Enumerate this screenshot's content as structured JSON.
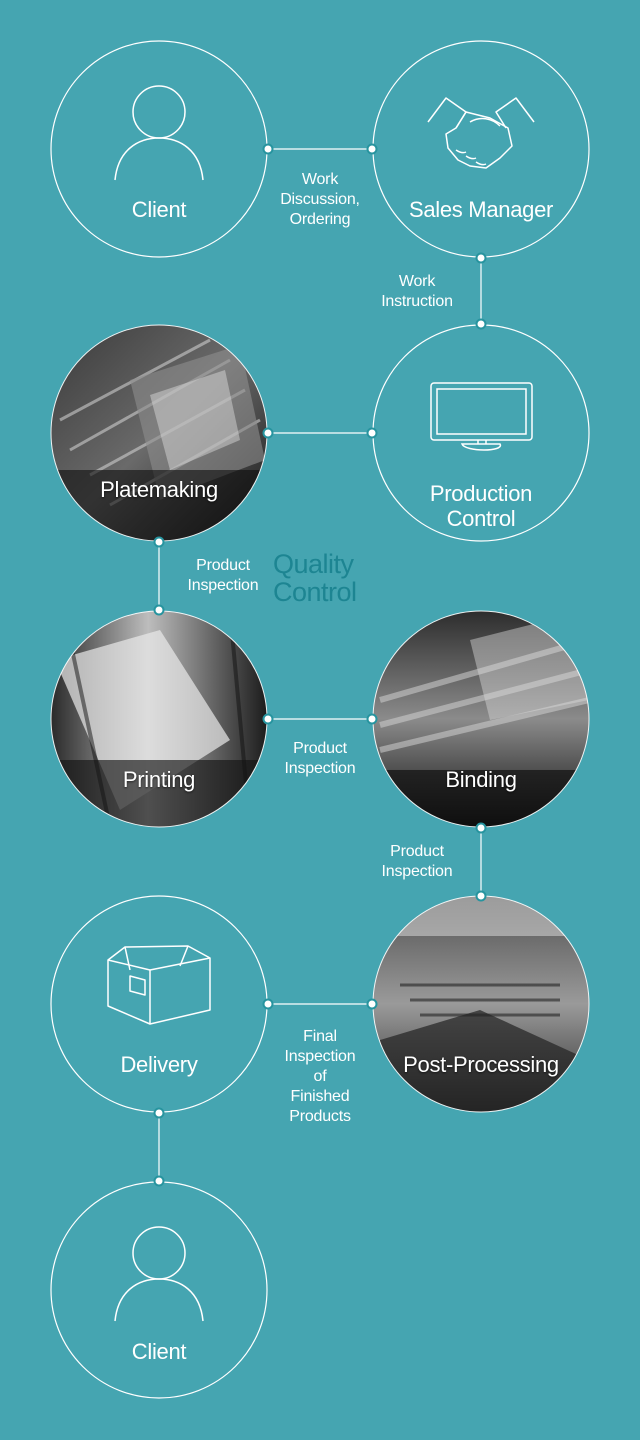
{
  "colors": {
    "background": "#45a5b1",
    "line": "#ffffff",
    "dot_fill": "#ffffff",
    "dot_border": "#27949f",
    "quality_control": "#1d8592"
  },
  "nodes": {
    "client_top": {
      "label": "Client",
      "icon": "person-icon"
    },
    "sales_manager": {
      "label": "Sales Manager",
      "icon": "handshake-icon"
    },
    "production_control": {
      "label_line1": "Production",
      "label_line2": "Control",
      "icon": "monitor-icon"
    },
    "platemaking": {
      "label": "Platemaking",
      "icon": "platemaking-photo"
    },
    "printing": {
      "label": "Printing",
      "icon": "printing-photo"
    },
    "binding": {
      "label": "Binding",
      "icon": "binding-photo"
    },
    "post_processing": {
      "label": "Post-Processing",
      "icon": "post-processing-photo"
    },
    "delivery": {
      "label": "Delivery",
      "icon": "box-icon"
    },
    "client_bottom": {
      "label": "Client",
      "icon": "person-icon"
    }
  },
  "edges": {
    "client_to_sales": [
      "Work",
      "Discussion,",
      "Ordering"
    ],
    "sales_to_production": [
      "Work",
      "Instruction"
    ],
    "platemaking_to_printing": [
      "Product",
      "Inspection"
    ],
    "printing_to_binding": [
      "Product",
      "Inspection"
    ],
    "binding_to_post": [
      "Product",
      "Inspection"
    ],
    "post_to_delivery": [
      "Final",
      "Inspection",
      "of",
      "Finished",
      "Products"
    ]
  },
  "quality_control": {
    "line1": "Quality",
    "line2": "Control"
  }
}
